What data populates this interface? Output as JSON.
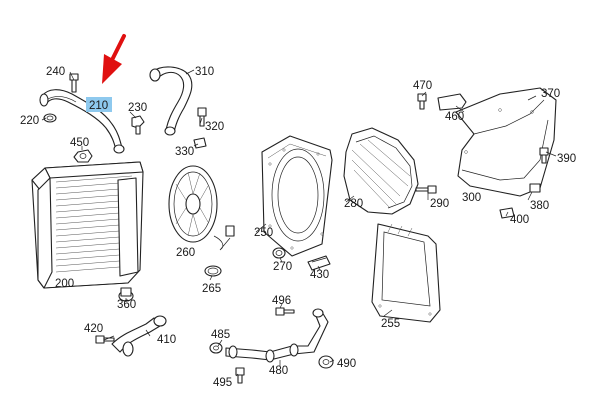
{
  "diagram": {
    "highlight_color": "#8ec9ee",
    "arrow_color": "#e01010",
    "highlighted_label": "210",
    "labels": [
      {
        "id": "240",
        "text": "240"
      },
      {
        "id": "210",
        "text": "210"
      },
      {
        "id": "220",
        "text": "220"
      },
      {
        "id": "230",
        "text": "230"
      },
      {
        "id": "310",
        "text": "310"
      },
      {
        "id": "320",
        "text": "320"
      },
      {
        "id": "330",
        "text": "330"
      },
      {
        "id": "450",
        "text": "450"
      },
      {
        "id": "200",
        "text": "200"
      },
      {
        "id": "360",
        "text": "360"
      },
      {
        "id": "260",
        "text": "260"
      },
      {
        "id": "265",
        "text": "265"
      },
      {
        "id": "250",
        "text": "250"
      },
      {
        "id": "270",
        "text": "270"
      },
      {
        "id": "430",
        "text": "430"
      },
      {
        "id": "280",
        "text": "280"
      },
      {
        "id": "290",
        "text": "290"
      },
      {
        "id": "470",
        "text": "470"
      },
      {
        "id": "460",
        "text": "460"
      },
      {
        "id": "370",
        "text": "370"
      },
      {
        "id": "390",
        "text": "390"
      },
      {
        "id": "300",
        "text": "300"
      },
      {
        "id": "380",
        "text": "380"
      },
      {
        "id": "400",
        "text": "400"
      },
      {
        "id": "255",
        "text": "255"
      },
      {
        "id": "420",
        "text": "420"
      },
      {
        "id": "410",
        "text": "410"
      },
      {
        "id": "485",
        "text": "485"
      },
      {
        "id": "495",
        "text": "495"
      },
      {
        "id": "496",
        "text": "496"
      },
      {
        "id": "480",
        "text": "480"
      },
      {
        "id": "490",
        "text": "490"
      }
    ]
  }
}
